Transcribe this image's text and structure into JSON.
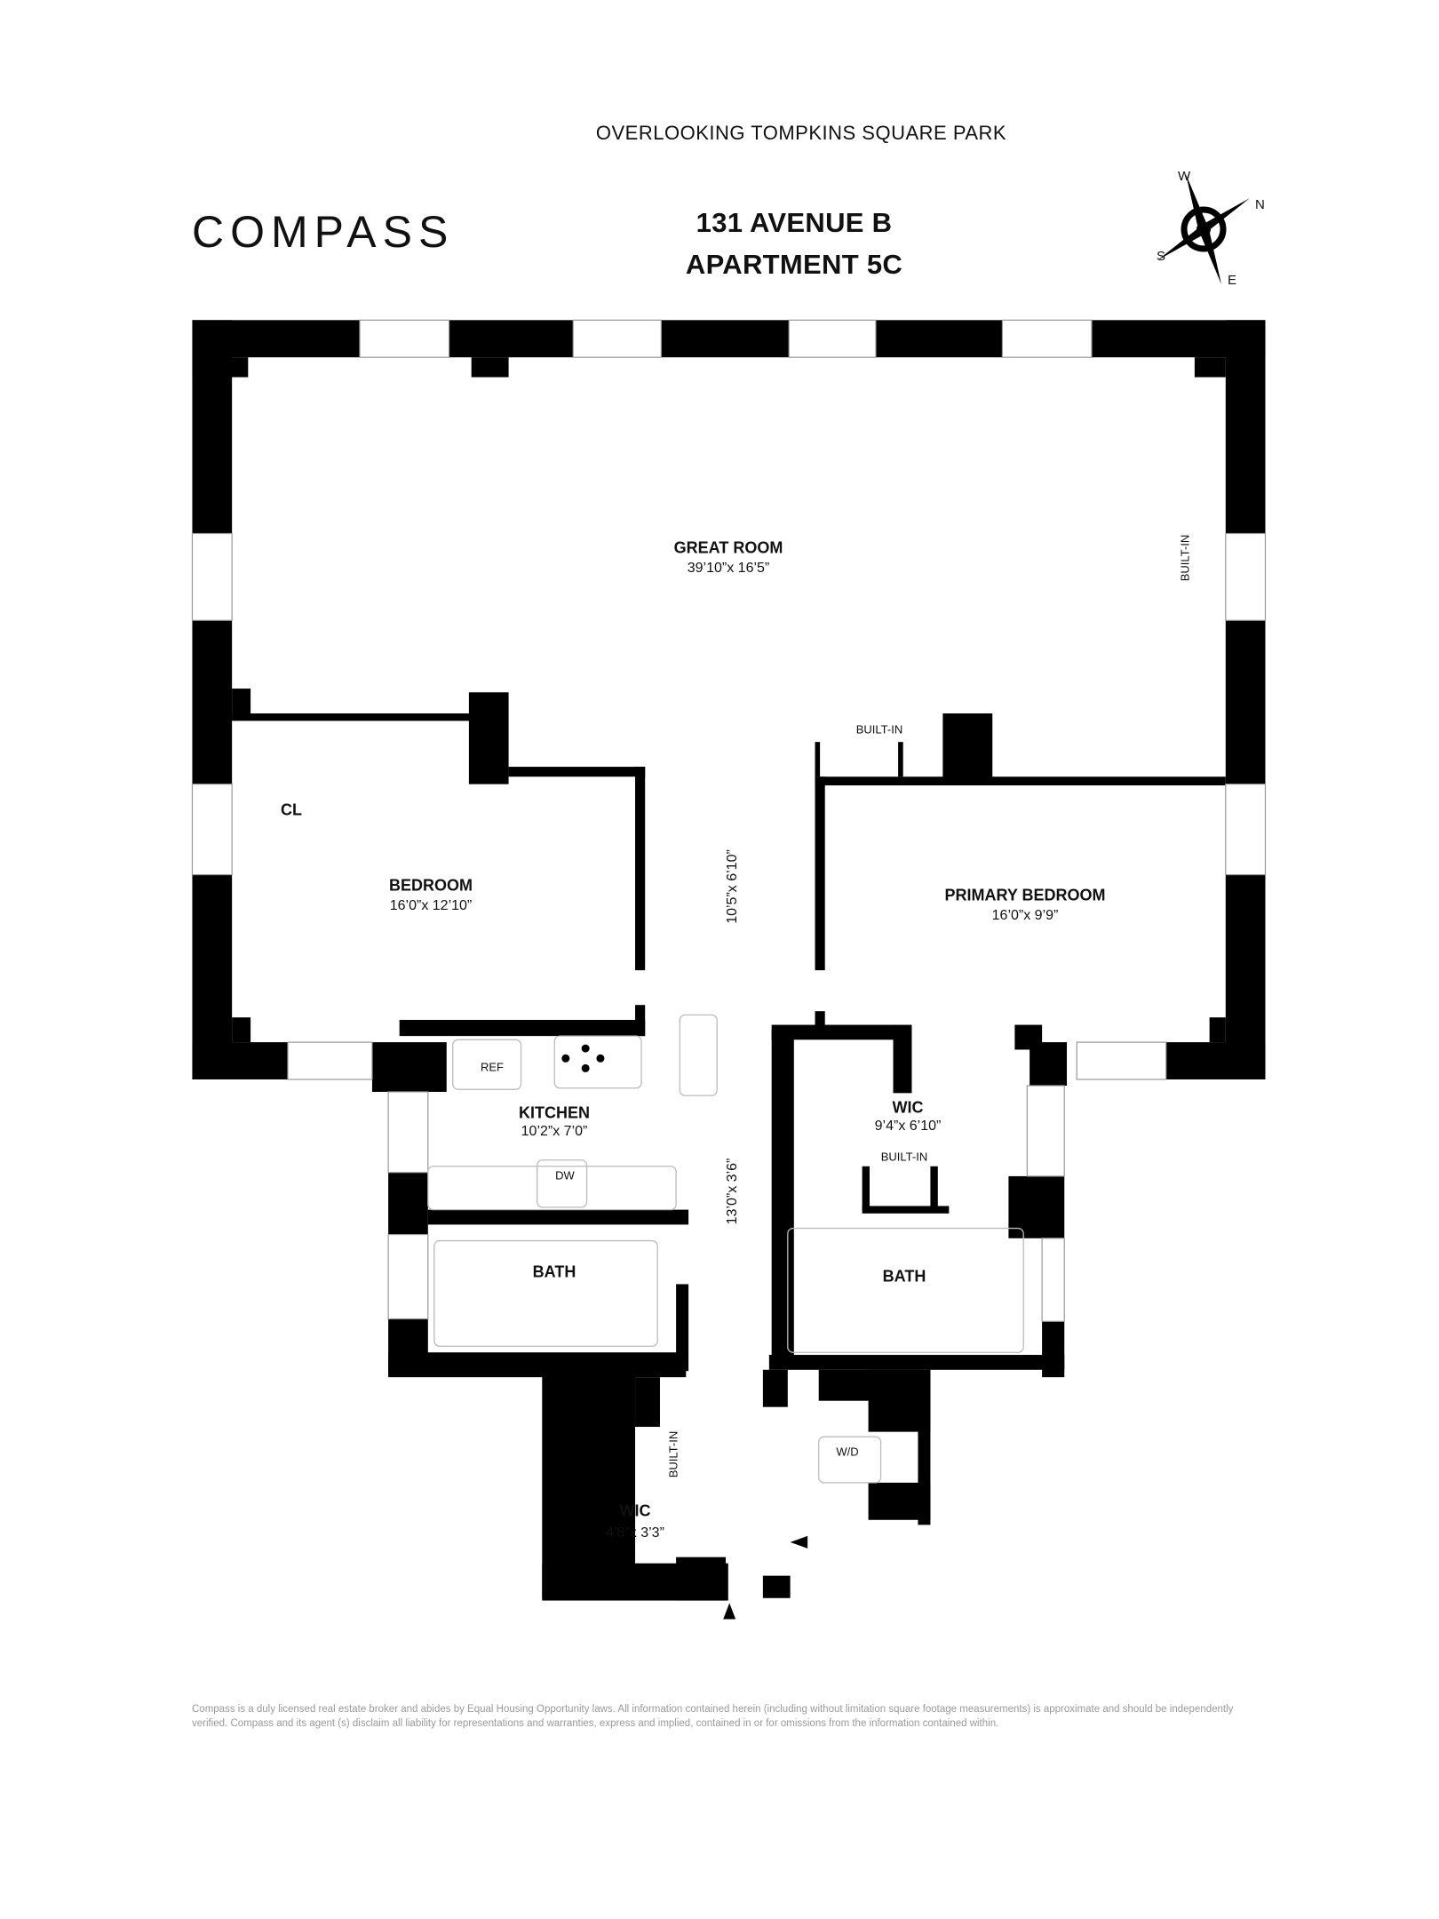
{
  "header": {
    "tagline": "OVERLOOKING TOMPKINS SQUARE PARK",
    "brand": "COMPASS",
    "address_line1": "131 AVENUE B",
    "address_line2": "APARTMENT 5C"
  },
  "compass_rose": {
    "w": "W",
    "n": "N",
    "s": "S",
    "e": "E"
  },
  "rooms": {
    "great_room": {
      "name": "GREAT ROOM",
      "dims": "39’10”x 16’5”"
    },
    "bedroom": {
      "name": "BEDROOM",
      "dims": "16’0”x 12’10”"
    },
    "primary_bedroom": {
      "name": "PRIMARY BEDROOM",
      "dims": "16’0”x 9’9”"
    },
    "kitchen": {
      "name": "KITCHEN",
      "dims": "10’2”x 7’0”"
    },
    "wic_primary": {
      "name": "WIC",
      "dims": "9’4”x 6’10”"
    },
    "bath_left": {
      "name": "BATH"
    },
    "bath_right": {
      "name": "BATH"
    },
    "wic_foyer": {
      "name": "WIC",
      "dims": "4’8”x 3’3”"
    },
    "hall_upper": {
      "dims": "10’5”x 6’10”"
    },
    "hall_lower": {
      "dims": "13’0”x 3’6”"
    }
  },
  "fixtures": {
    "closet": "CL",
    "built_in_great_room": "BUILT-IN",
    "built_in_hall": "BUILT-IN",
    "built_in_wic": "BUILT-IN",
    "built_in_foyer": "BUILT-IN",
    "ref": "REF",
    "dw": "DW",
    "wd": "W/D"
  },
  "footer": {
    "disclaimer": "Compass is a duly licensed real estate broker and abides by Equal Housing Opportunity laws. All information contained herein (including without limitation square footage measurements) is approximate and should be independently verified. Compass and its agent (s) disclaim all liability for representations and warranties, express and implied, contained in or for omissions from the information contained within."
  },
  "colors": {
    "wall": "#000000",
    "text": "#111111",
    "footer_text": "#9a9a9a",
    "fixture_line": "#bbbbbb"
  }
}
